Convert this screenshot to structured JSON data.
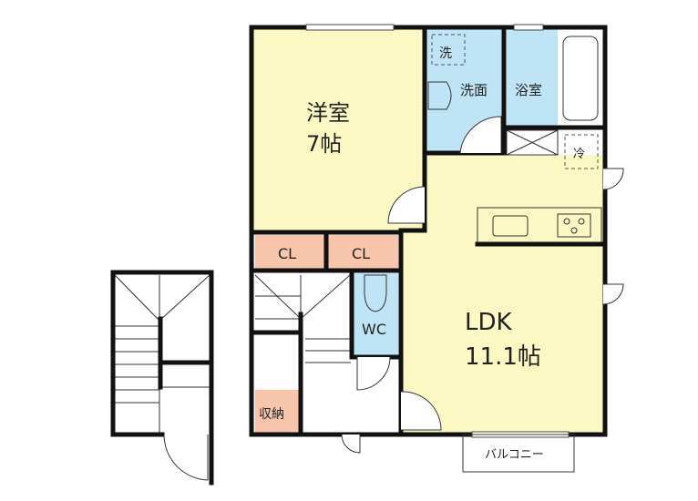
{
  "rooms": {
    "western": {
      "name": "洋室",
      "size": "7帖"
    },
    "washroom": {
      "name": "洗面"
    },
    "washer": {
      "name": "洗"
    },
    "bath": {
      "name": "浴室"
    },
    "fridge": {
      "name": "冷"
    },
    "closet1": {
      "name": "CL"
    },
    "closet2": {
      "name": "CL"
    },
    "wc": {
      "name": "WC"
    },
    "storage": {
      "name": "収納"
    },
    "ldk": {
      "name": "LDK",
      "size": "11.1帖"
    },
    "balcony": {
      "name": "バルコニー"
    }
  },
  "colors": {
    "living": "#fbf8c4",
    "wet": "#bfe4f6",
    "storage": "#f6c5ab",
    "wall": "#111111"
  }
}
